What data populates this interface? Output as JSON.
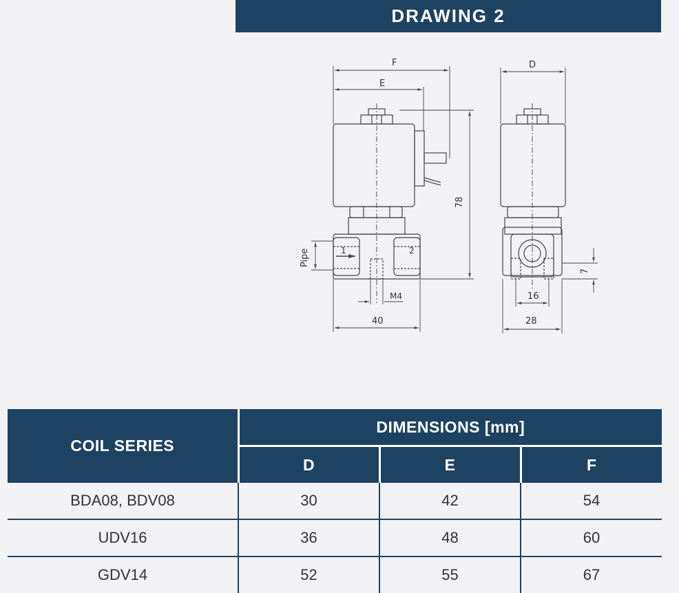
{
  "header": {
    "title": "DRAWING 2"
  },
  "drawing": {
    "labels": {
      "F": "F",
      "E": "E",
      "D": "D",
      "h78": "78",
      "pipe": "Pipe",
      "port1": "1",
      "port2": "2",
      "m4": "M4",
      "w40": "40",
      "w16": "16",
      "w28": "28",
      "h7": "7"
    }
  },
  "table": {
    "col_header": "COIL SERIES",
    "group_header": "DIMENSIONS [mm]",
    "sub_headers": [
      "D",
      "E",
      "F"
    ],
    "rows": [
      {
        "series": "BDA08, BDV08",
        "D": "30",
        "E": "42",
        "F": "54"
      },
      {
        "series": "UDV16",
        "D": "36",
        "E": "48",
        "F": "60"
      },
      {
        "series": "GDV14",
        "D": "52",
        "E": "55",
        "F": "67"
      }
    ]
  },
  "colors": {
    "accent": "#1e4261",
    "background": "#f2f2f5"
  }
}
